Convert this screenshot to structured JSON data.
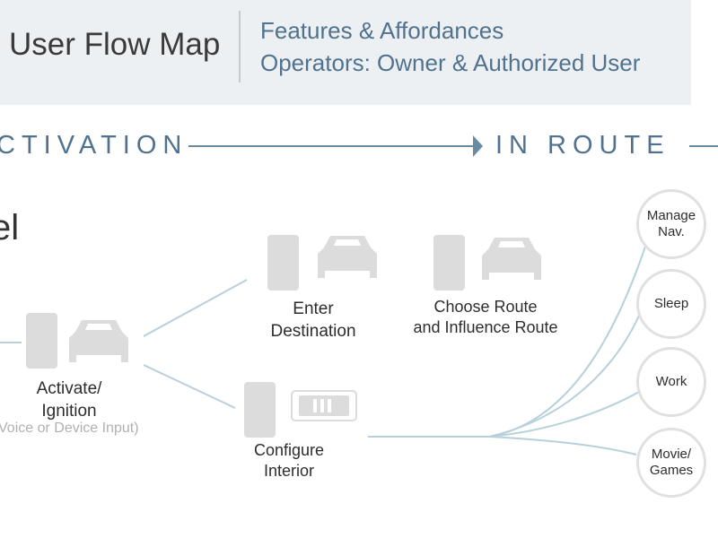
{
  "header": {
    "title": "User Flow Map",
    "subtitle_1": "Features & Affordances",
    "subtitle_2": "Operators: Owner & Authorized User"
  },
  "phases": {
    "left": "CTIVATION",
    "right": "IN ROUTE"
  },
  "fragment_text": "el",
  "nodes": {
    "activate": {
      "line1": "Activate/",
      "line2": "Ignition",
      "hint": "Voice or Device Input)"
    },
    "enter_destination": {
      "line1": "Enter",
      "line2": "Destination"
    },
    "choose_route": {
      "line1": "Choose Route",
      "line2": "and Influence Route"
    },
    "configure_interior": {
      "line1": "Configure",
      "line2": "Interior"
    }
  },
  "activities": [
    {
      "line1": "Manage",
      "line2": "Nav."
    },
    {
      "line1": "Sleep",
      "line2": ""
    },
    {
      "line1": "Work",
      "line2": ""
    },
    {
      "line1": "Movie/",
      "line2": "Games"
    }
  ],
  "colors": {
    "accent": "#51728e",
    "connector": "#b7d0da",
    "icon": "#dcdcdc",
    "header_bg": "#edf0f3"
  },
  "icons": [
    "phone-icon",
    "car-icon",
    "control-panel-icon"
  ]
}
